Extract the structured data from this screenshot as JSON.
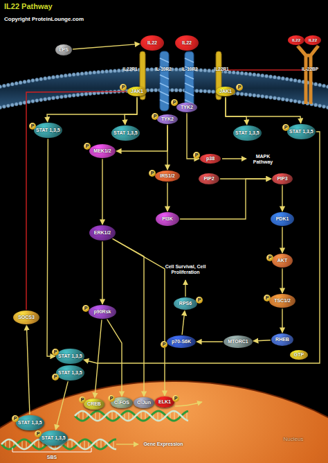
{
  "diagram": {
    "title": "IL22 Pathway",
    "nodes": [
      {
        "text": [
          "LPS"
        ]
      },
      {
        "text": [
          "IL22"
        ]
      },
      {
        "text": [
          "IL22"
        ]
      },
      {
        "text": [
          "IL22"
        ]
      },
      {
        "text": [
          "IL22"
        ]
      },
      {
        "text": [
          "JAK1"
        ]
      },
      {
        "text": [
          "JAK1"
        ]
      },
      {
        "text": [
          "TYK2"
        ]
      },
      {
        "text": [
          "TYK2"
        ]
      },
      {
        "text": [
          "STAT 1,3,5"
        ]
      },
      {
        "text": [
          "STAT 1,3,5"
        ]
      },
      {
        "text": [
          "STAT 1,3,5"
        ]
      },
      {
        "text": [
          "STAT 1,3,5"
        ]
      },
      {
        "text": [
          "MEK1/2"
        ]
      },
      {
        "text": [
          "p38"
        ]
      },
      {
        "text": [
          "IRS1/2"
        ]
      },
      {
        "text": [
          "PIP2"
        ]
      },
      {
        "text": [
          "PIP3"
        ]
      },
      {
        "text": [
          "PI3K"
        ]
      },
      {
        "text": [
          "PDK1"
        ]
      },
      {
        "text": [
          "ERK1/2"
        ]
      },
      {
        "text": [
          "AKT"
        ]
      },
      {
        "text": [
          "RPS6"
        ]
      },
      {
        "text": [
          "TSC1/2"
        ]
      },
      {
        "text": [
          "p90Rsk"
        ]
      },
      {
        "text": [
          "SOCS3"
        ]
      },
      {
        "text": [
          "p70-S6K"
        ]
      },
      {
        "text": [
          "MTORC1"
        ]
      },
      {
        "text": [
          "RHEB"
        ]
      },
      {
        "text": [
          "GTP"
        ]
      },
      {
        "text": [
          "STAT 1,3,5"
        ]
      },
      {
        "text": [
          "STAT 1,3,5"
        ]
      },
      {
        "text": [
          "CREB"
        ]
      },
      {
        "text": [
          "C-FOS"
        ]
      },
      {
        "text": [
          "C-Jun"
        ]
      },
      {
        "text": [
          "ELK1"
        ]
      },
      {
        "text": [
          "STAT 1,3,5"
        ]
      },
      {
        "text": [
          "STAT 1,3,5"
        ]
      }
    ],
    "edges": [
      {
        "from": 0,
        "to": 1,
        "arrow": "to"
      },
      {
        "from": 5,
        "to": 9,
        "arrow": "to"
      },
      {
        "from": 5,
        "to": 10,
        "arrow": "to"
      },
      {
        "from": 8,
        "to": 13,
        "arrow": "to"
      },
      {
        "from": 8,
        "to": 15,
        "arrow": "to"
      },
      {
        "from": 7,
        "to": 14,
        "arrow": "to"
      },
      {
        "from": 6,
        "to": 11,
        "arrow": "to"
      },
      {
        "from": 6,
        "to": 12,
        "arrow": "to"
      },
      {
        "from": 9,
        "to": 30,
        "arrow": "to"
      },
      {
        "from": 12,
        "to": 30,
        "arrow": "to"
      },
      {
        "from": 13,
        "to": 20,
        "arrow": "to"
      },
      {
        "from": 20,
        "to": 24,
        "arrow": "to"
      },
      {
        "from": 20,
        "to": 34,
        "arrow": "to"
      },
      {
        "from": 20,
        "to": 35,
        "arrow": "to"
      },
      {
        "from": 24,
        "to": 32,
        "arrow": "to"
      },
      {
        "from": 24,
        "to": 33,
        "arrow": "to"
      },
      {
        "from": 15,
        "to": 18,
        "arrow": "to"
      },
      {
        "from": 18,
        "to": 17,
        "arrow": "to"
      },
      {
        "from": 16,
        "to": 17,
        "arrow": "to"
      },
      {
        "from": 17,
        "to": 19,
        "arrow": "to"
      },
      {
        "from": 19,
        "to": 21,
        "arrow": "to"
      },
      {
        "from": 21,
        "to": 23,
        "arrow": "to"
      },
      {
        "from": 23,
        "to": 28,
        "arrow": "to"
      },
      {
        "from": 28,
        "to": 27,
        "arrow": "to"
      },
      {
        "from": 27,
        "to": 26,
        "arrow": "to"
      },
      {
        "from": 26,
        "to": 22,
        "arrow": "to"
      },
      {
        "from": 31,
        "to": 37,
        "arrow": "to"
      },
      {
        "from": 36,
        "to": 25,
        "arrow": "to"
      },
      {
        "from": 25,
        "to": 5,
        "arrow": "none"
      }
    ],
    "labels": [
      "Copyright ProteinLounge.com",
      "IL22R1",
      "IL-10R2",
      "IL-10R2",
      "IL22R1",
      "IL-22BP",
      "P",
      "P",
      "P",
      "P",
      "P",
      "P",
      "P",
      "P",
      "MAPK Pathway",
      "P",
      "P",
      "Cell Survival, Cell Proliferation",
      "P",
      "P",
      "P",
      "P",
      "P",
      "P",
      "P",
      "P",
      "P",
      "P",
      "P",
      "SBS",
      "Gene Expression",
      "Nucleus"
    ]
  }
}
